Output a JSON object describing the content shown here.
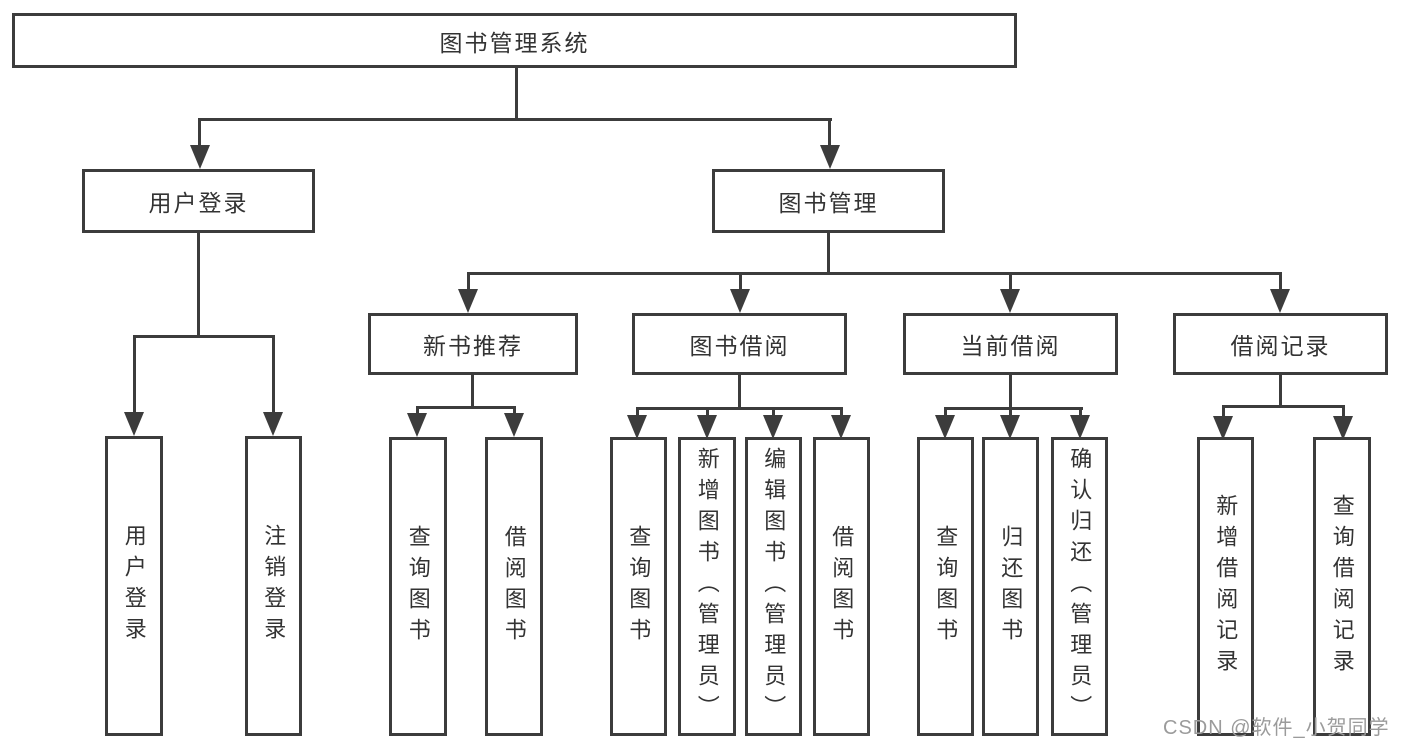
{
  "colors": {
    "line": "#3c3c3c",
    "text": "#333333",
    "bg": "#ffffff",
    "watermark": "#9b9b9b"
  },
  "watermark": "CSDN @软件_小贺同学",
  "nodes": {
    "root": "图书管理系统",
    "user_login": "用户登录",
    "book_management": "图书管理",
    "new_book_recommend": "新书推荐",
    "book_borrowing": "图书借阅",
    "current_borrowing": "当前借阅",
    "borrowing_records": "借阅记录",
    "leaf_user_login": "用户登录",
    "leaf_logout": "注销登录",
    "leaf_nb_query_books": "查询图书",
    "leaf_nb_borrow_books": "借阅图书",
    "leaf_bb_query_books": "查询图书",
    "leaf_bb_add_books": "新增图书（管理员）",
    "leaf_bb_edit_books": "编辑图书（管理员）",
    "leaf_bb_borrow_books": "借阅图书",
    "leaf_cb_query_books": "查询图书",
    "leaf_cb_return_books": "归还图书",
    "leaf_cb_confirm_return": "确认归还（管理员）",
    "leaf_br_add_record": "新增借阅记录",
    "leaf_br_query_record": "查询借阅记录"
  }
}
